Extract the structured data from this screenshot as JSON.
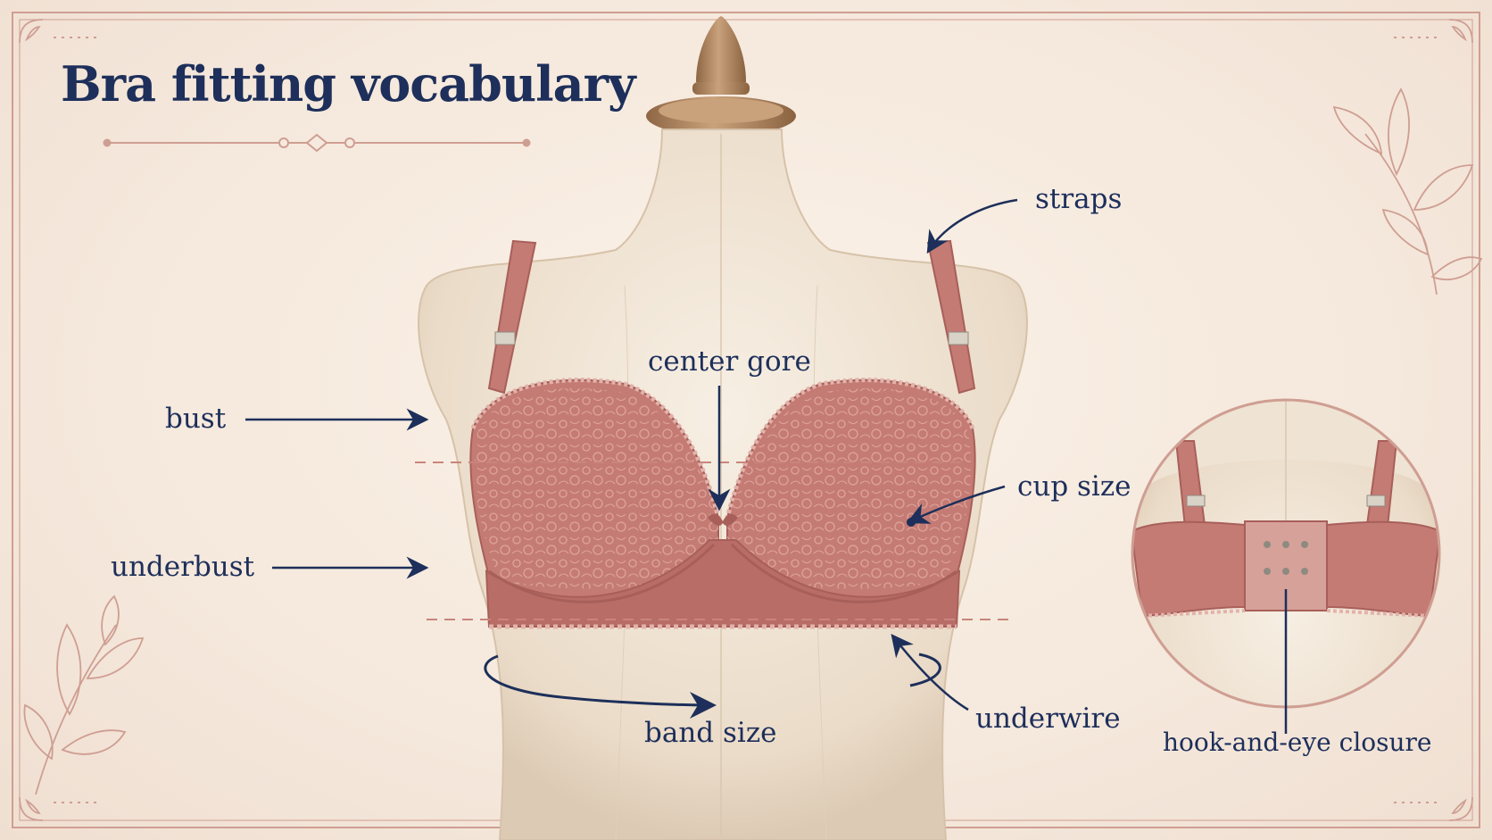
{
  "title": "Bra fitting vocabulary",
  "labels": {
    "straps": "straps",
    "center_gore": "center gore",
    "bust": "bust",
    "cup_size": "cup size",
    "underbust": "underbust",
    "underwire": "underwire",
    "band_size": "band size",
    "hook_and_eye_closure": "hook-and-eye closure"
  },
  "icons": [
    "leaf-sprig-icon",
    "corner-flourish-icon",
    "dress-form-illustration",
    "bra-back-view-illustration"
  ],
  "colors": {
    "ink": "#1d2f5a",
    "frame": "#cf9e92",
    "bra": "#c47b74",
    "bra_dark": "#a85f5a",
    "form": "#efe3d3",
    "wood": "#b98f6a",
    "background": "#f6eadf"
  }
}
